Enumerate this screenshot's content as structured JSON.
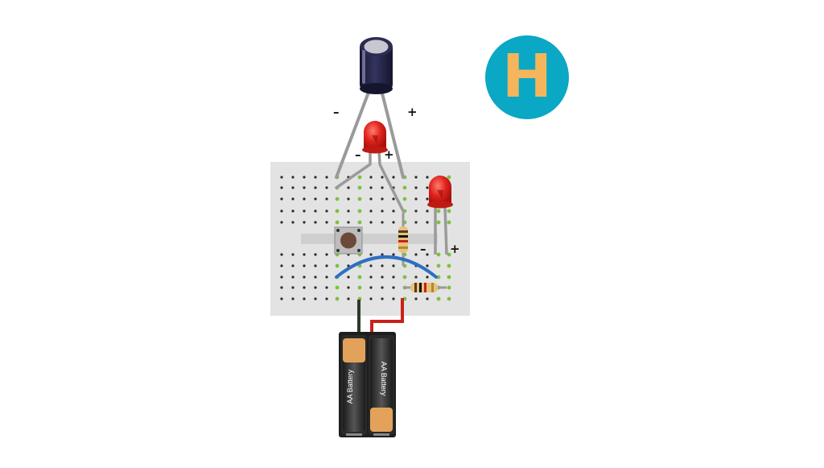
{
  "badge": {
    "letter": "H",
    "background": "#0aa8c4",
    "color": "#f4b55c"
  },
  "polarity": {
    "cap_minus": "–",
    "cap_plus": "+",
    "led1_minus": "–",
    "led1_plus": "+",
    "led2_minus": "–",
    "led2_plus": "+"
  },
  "battery": {
    "cell1_label": "AA Battery",
    "cell2_label": "AA Battery"
  },
  "colors": {
    "breadboard": "#e3e3e3",
    "hole": "#2b2b2b",
    "used_hole": "#7dc142",
    "led": "#e0231c",
    "capacitor": "#242447",
    "jumper": "#2d6fc4",
    "wire_red": "#c8221b",
    "wire_black": "#2c3a2c",
    "lead": "#9a9a9a"
  }
}
